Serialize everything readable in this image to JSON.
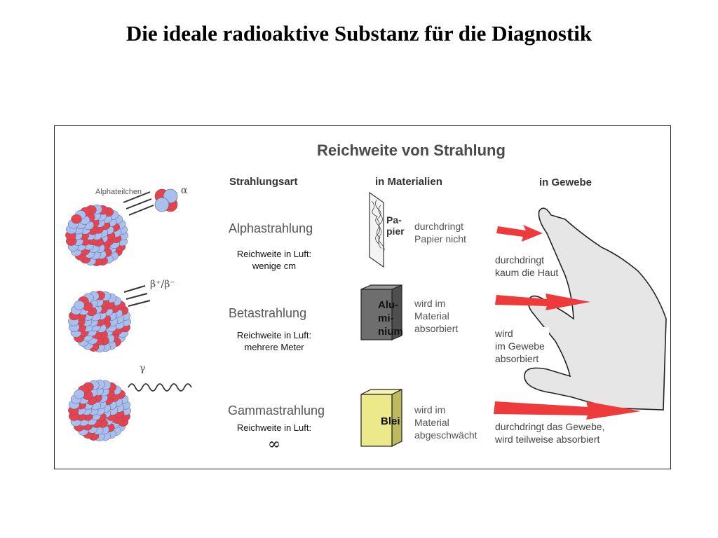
{
  "slide": {
    "title": "Die ideale radioaktive Substanz für die Diagnostik"
  },
  "figure": {
    "title": "Reichweite von Strahlung",
    "headers": {
      "type": "Strahlungsart",
      "materials": "in Materialien",
      "tissue": "in Gewebe"
    },
    "particle_labels": {
      "alpha_caption": "Alphateilchen",
      "alpha_symbol": "α",
      "beta_symbol": "β⁺/β⁻",
      "gamma_symbol": "γ"
    },
    "rows": [
      {
        "name": "Alphastrahlung",
        "range_line1": "Reichweite in Luft:",
        "range_line2": "wenige cm",
        "material_label": "Pa-\npier",
        "material_line1": "durchdringt",
        "material_line2": "Papier nicht",
        "material_line3": "",
        "tissue_line1": "durchdringt",
        "tissue_line2": "kaum die Haut",
        "tissue_line3": ""
      },
      {
        "name": "Betastrahlung",
        "range_line1": "Reichweite in Luft:",
        "range_line2": "mehrere Meter",
        "material_label": "Alu-\nmi-\nnium",
        "material_line1": "wird im",
        "material_line2": "Material",
        "material_line3": "absorbiert",
        "tissue_line1": "wird",
        "tissue_line2": "im Gewebe",
        "tissue_line3": "absorbiert"
      },
      {
        "name": "Gammastrahlung",
        "range_line1": "Reichweite in Luft:",
        "range_line2": "∞",
        "material_label": "Blei",
        "material_line1": "wird im",
        "material_line2": "Material",
        "material_line3": "abgeschwächt",
        "tissue_line1": "durchdringt das Gewebe,",
        "tissue_line2": "wird teilweise absorbiert",
        "tissue_line3": ""
      }
    ],
    "colors": {
      "proton": "#e8434c",
      "neutron": "#a9bfee",
      "arrow": "#ee3a3a",
      "aluminium": "#6e6e6e",
      "lead": "#ece98a",
      "hand": "#e6e6e6"
    }
  }
}
